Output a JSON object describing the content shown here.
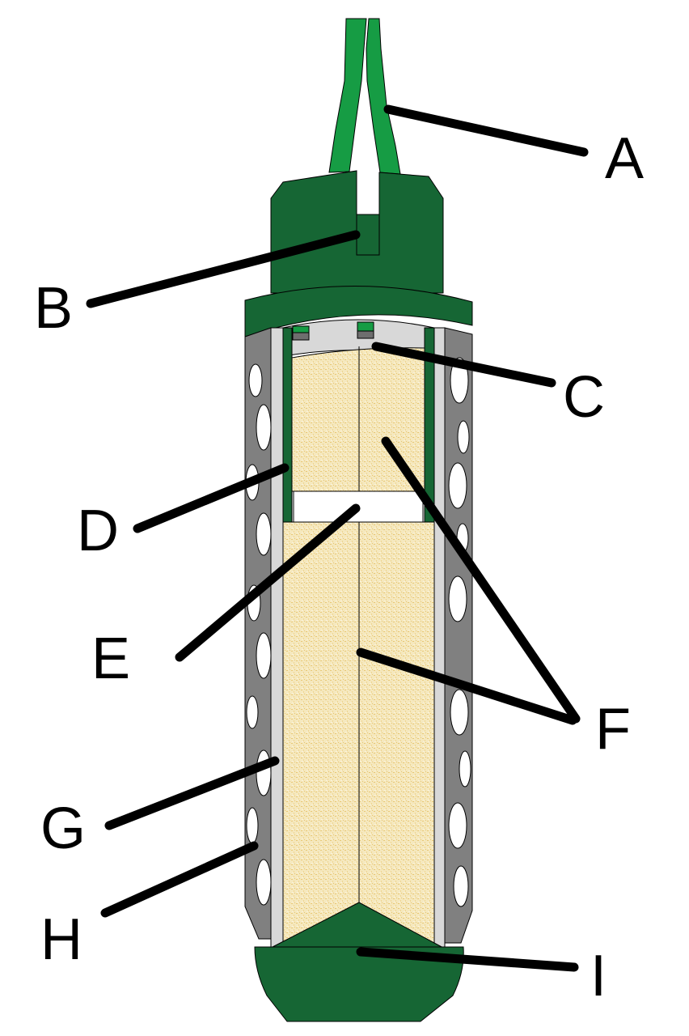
{
  "diagram": {
    "type": "labeled cross-section",
    "colors": {
      "dark_green": "#166634",
      "light_green": "#169c44",
      "grey_shell": "#808080",
      "light_grey": "#d8d8d8",
      "fill_sand": "#f3e3b0",
      "leader": "#000000"
    },
    "labels": [
      {
        "id": "A",
        "text": "A"
      },
      {
        "id": "B",
        "text": "B"
      },
      {
        "id": "C",
        "text": "C"
      },
      {
        "id": "D",
        "text": "D"
      },
      {
        "id": "E",
        "text": "E"
      },
      {
        "id": "F",
        "text": "F"
      },
      {
        "id": "G",
        "text": "G"
      },
      {
        "id": "H",
        "text": "H"
      },
      {
        "id": "I",
        "text": "I"
      }
    ]
  }
}
